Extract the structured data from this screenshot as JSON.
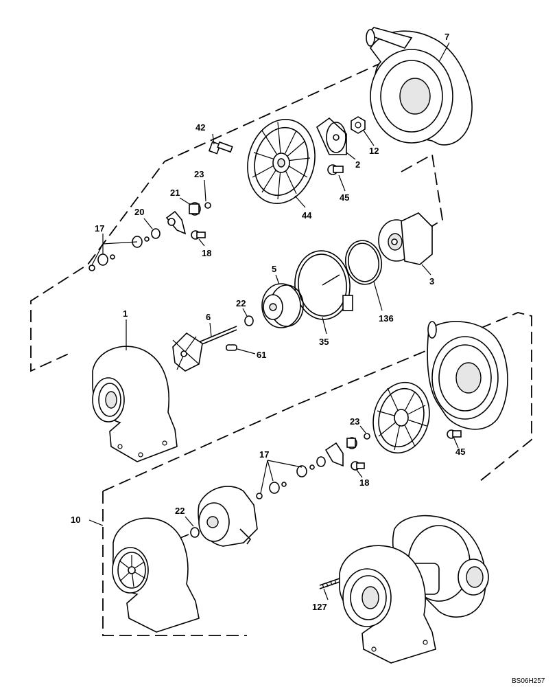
{
  "callouts": [
    {
      "id": "c7",
      "text": "7"
    },
    {
      "id": "c42",
      "text": "42"
    },
    {
      "id": "c12",
      "text": "12"
    },
    {
      "id": "c2",
      "text": "2"
    },
    {
      "id": "c23a",
      "text": "23"
    },
    {
      "id": "c45a",
      "text": "45"
    },
    {
      "id": "c21",
      "text": "21"
    },
    {
      "id": "c44",
      "text": "44"
    },
    {
      "id": "c20",
      "text": "20"
    },
    {
      "id": "c17a",
      "text": "17"
    },
    {
      "id": "c18a",
      "text": "18"
    },
    {
      "id": "c3",
      "text": "3"
    },
    {
      "id": "c5",
      "text": "5"
    },
    {
      "id": "c22a",
      "text": "22"
    },
    {
      "id": "c136",
      "text": "136"
    },
    {
      "id": "c1",
      "text": "1"
    },
    {
      "id": "c6",
      "text": "6"
    },
    {
      "id": "c35",
      "text": "35"
    },
    {
      "id": "c61",
      "text": "61"
    },
    {
      "id": "c23b",
      "text": "23"
    },
    {
      "id": "c45b",
      "text": "45"
    },
    {
      "id": "c17b",
      "text": "17"
    },
    {
      "id": "c18b",
      "text": "18"
    },
    {
      "id": "c10",
      "text": "10"
    },
    {
      "id": "c22b",
      "text": "22"
    },
    {
      "id": "c127",
      "text": "127"
    }
  ],
  "reference_code": "BS06H257"
}
